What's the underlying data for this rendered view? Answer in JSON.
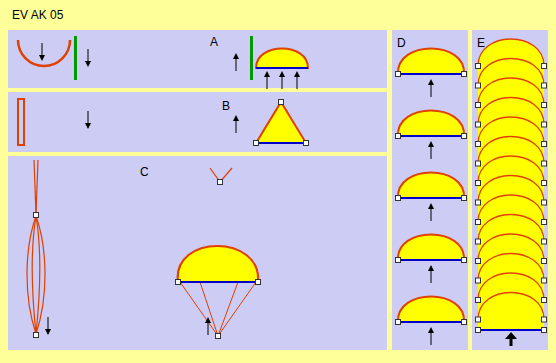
{
  "diagram": {
    "title": "EV AK 05",
    "nodes": [
      {
        "text": [
          "A"
        ]
      },
      {
        "text": [
          "B"
        ]
      },
      {
        "text": [
          "C"
        ]
      },
      {
        "text": [
          "D"
        ]
      },
      {
        "text": [
          "E"
        ]
      }
    ]
  }
}
